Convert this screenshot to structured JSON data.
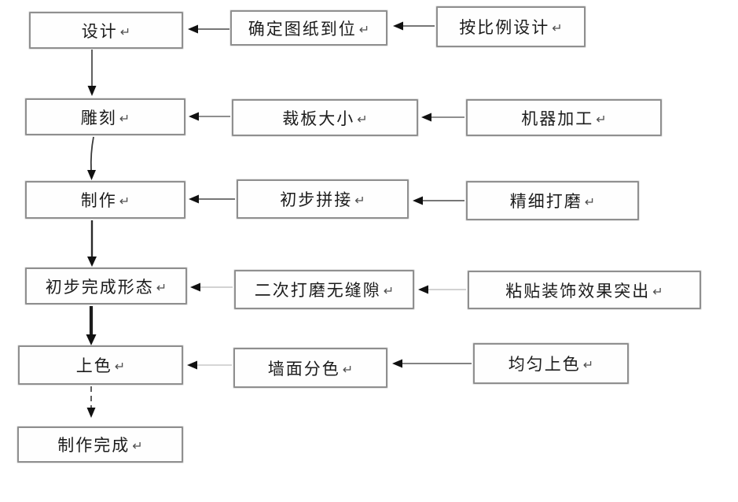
{
  "flowchart": {
    "return_mark": "↵",
    "left": [
      {
        "label": "设计"
      },
      {
        "label": "雕刻"
      },
      {
        "label": "制作"
      },
      {
        "label": "初步完成形态"
      },
      {
        "label": "上色"
      },
      {
        "label": "制作完成"
      }
    ],
    "middle": [
      {
        "label": "确定图纸到位"
      },
      {
        "label": "裁板大小"
      },
      {
        "label": "初步拼接"
      },
      {
        "label": "二次打磨无缝隙"
      },
      {
        "label": "墙面分色"
      }
    ],
    "right": [
      {
        "label": "按比例设计"
      },
      {
        "label": "机器加工"
      },
      {
        "label": "精细打磨"
      },
      {
        "label": "粘贴装饰效果突出"
      },
      {
        "label": "均匀上色"
      }
    ],
    "edges": [
      {
        "from": "按比例设计",
        "to": "确定图纸到位"
      },
      {
        "from": "确定图纸到位",
        "to": "设计"
      },
      {
        "from": "设计",
        "to": "雕刻"
      },
      {
        "from": "机器加工",
        "to": "裁板大小"
      },
      {
        "from": "裁板大小",
        "to": "雕刻"
      },
      {
        "from": "雕刻",
        "to": "制作"
      },
      {
        "from": "精细打磨",
        "to": "初步拼接"
      },
      {
        "from": "初步拼接",
        "to": "制作"
      },
      {
        "from": "制作",
        "to": "初步完成形态"
      },
      {
        "from": "粘贴装饰效果突出",
        "to": "二次打磨无缝隙"
      },
      {
        "from": "二次打磨无缝隙",
        "to": "初步完成形态"
      },
      {
        "from": "初步完成形态",
        "to": "上色"
      },
      {
        "from": "均匀上色",
        "to": "墙面分色"
      },
      {
        "from": "墙面分色",
        "to": "上色"
      },
      {
        "from": "上色",
        "to": "制作完成"
      }
    ]
  },
  "colors": {
    "background": "#ffffff",
    "box_border": "#8f8f8f",
    "text": "#1c1c1c",
    "arrow_dark": "#3a3a3a",
    "arrow_light": "#c3c3c3",
    "arrow_head": "#111111"
  }
}
